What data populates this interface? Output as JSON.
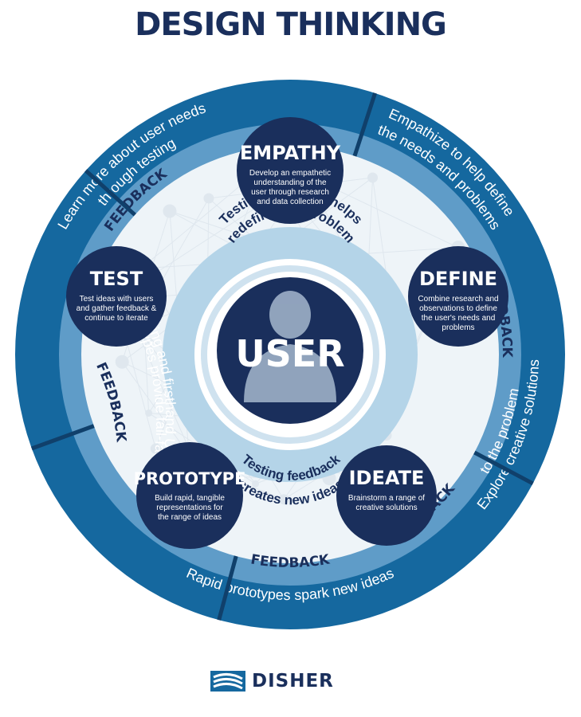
{
  "title": "DESIGN THINKING",
  "center": {
    "label": "USER"
  },
  "inner_ring": {
    "top": [
      "Testing feedback helps",
      "redefine the problem"
    ],
    "bottom": [
      "Testing feedback",
      "creates new ideas"
    ]
  },
  "stages": [
    {
      "id": "empathy",
      "name": "EMPATHY",
      "desc": [
        "Develop an empathetic",
        "understanding of the",
        "user through research",
        "and data collection"
      ]
    },
    {
      "id": "define",
      "name": "DEFINE",
      "desc": [
        "Combine research and",
        "observations to define",
        "the user's needs and",
        "problems"
      ]
    },
    {
      "id": "ideate",
      "name": "IDEATE",
      "desc": [
        "Brainstorm a range of",
        "creative solutions"
      ]
    },
    {
      "id": "prototype",
      "name": "PROTOTYPE",
      "desc": [
        "Build rapid, tangible",
        "representations for",
        "the range of ideas"
      ]
    },
    {
      "id": "test",
      "name": "TEST",
      "desc": [
        "Test ideas with users",
        "and gather feedback &",
        "continue to iterate"
      ]
    }
  ],
  "feedback_label": "FEEDBACK",
  "outer_ring": [
    {
      "id": "empathize",
      "lines": [
        "Empathize to help define",
        "the needs and problems"
      ]
    },
    {
      "id": "explore",
      "lines": [
        "Explore creative solutions",
        "to the problem"
      ]
    },
    {
      "id": "rapid",
      "lines": [
        "Rapid prototypes spark new ideas"
      ]
    },
    {
      "id": "prototypes",
      "lines": [
        "Prototypes provide fail-fast",
        "learning and firsthand UX"
      ]
    },
    {
      "id": "learn",
      "lines": [
        "Learn more about user needs",
        "through testing"
      ]
    }
  ],
  "brand": {
    "name": "DISHER"
  },
  "colors": {
    "navy": "#1a2f5c",
    "outer_blue": "#15689f",
    "feedback_blue": "#5594c2",
    "light_blue": "#a9cde4",
    "pale_blue": "#d9eaf4",
    "white": "#ffffff"
  }
}
